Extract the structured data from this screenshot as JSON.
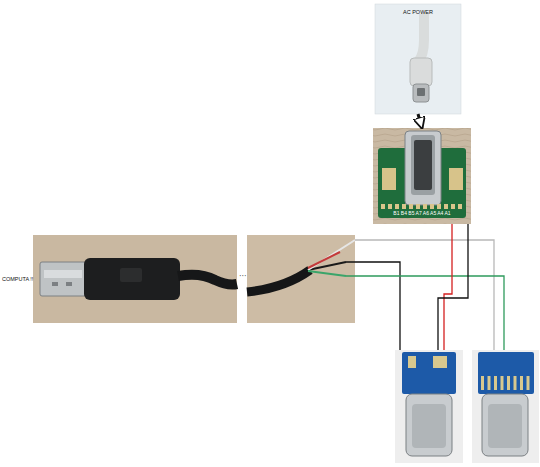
{
  "diagram": {
    "nodes": [
      {
        "text": [
          "AC POWER"
        ]
      },
      {
        "text": [
          "B1 B4 B5 A7 A6 A5 A4 A1"
        ]
      },
      {
        "text": [
          "COMPUTA !!"
        ]
      }
    ],
    "edges": [
      {
        "from": 0,
        "to": 1,
        "arrow": "to"
      }
    ]
  }
}
